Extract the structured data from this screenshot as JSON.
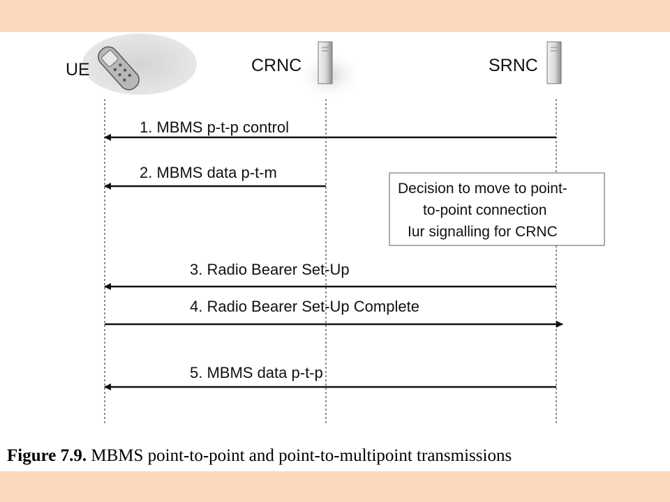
{
  "entities": {
    "ue": "UE",
    "crnc": "CRNC",
    "srnc": "SRNC"
  },
  "messages": [
    "1. MBMS p-t-p control",
    "2. MBMS data p-t-m",
    "3. Radio Bearer Set-Up",
    "4. Radio Bearer Set-Up Complete",
    "5. MBMS data p-t-p"
  ],
  "note": {
    "lines": [
      "Decision to move to point-",
      "to-point connection",
      "Iur signalling for CRNC"
    ]
  },
  "caption": {
    "figure": "Figure 7.9.",
    "text": "MBMS point-to-point and point-to-multipoint transmissions"
  },
  "colors": {
    "band": "#fcd8bc",
    "background": "#ffffff",
    "ink": "#111111"
  },
  "icons": [
    "mobile-phone-icon",
    "server-tower-icon"
  ]
}
